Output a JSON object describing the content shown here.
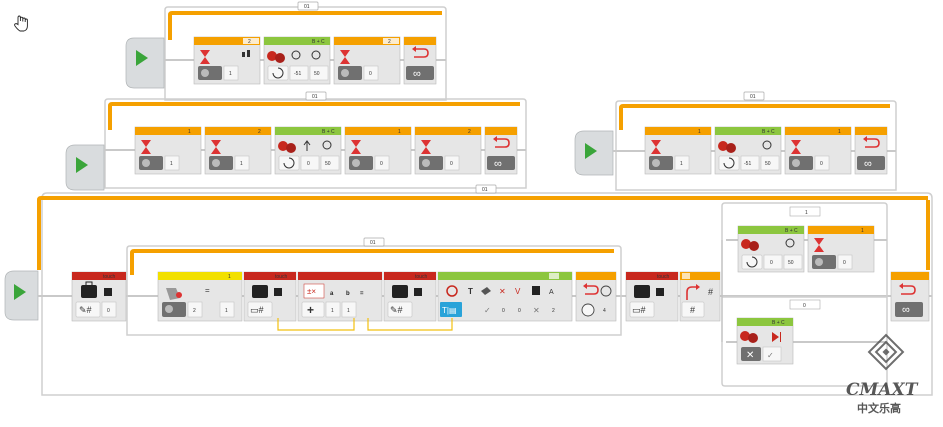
{
  "colors": {
    "orange": "#f5a000",
    "green": "#8cc63f",
    "red": "#c8281e",
    "yellow": "#f2e000",
    "blue": "#29a3d9",
    "flow": "#cfcfcf",
    "block": "#e6e6e6"
  },
  "programs": [
    {
      "name": "program-1",
      "loop_label": "01",
      "blocks": [
        {
          "type": "wait",
          "header": "2",
          "p": [
            "1"
          ]
        },
        {
          "type": "move",
          "header": "B + C",
          "p": [
            "-51",
            "50"
          ]
        },
        {
          "type": "wait",
          "header": "2",
          "p": [
            "0"
          ]
        }
      ]
    },
    {
      "name": "program-2",
      "loop_label": "01",
      "blocks": [
        {
          "type": "wait",
          "header": "1",
          "p": [
            "1"
          ]
        },
        {
          "type": "wait",
          "header": "2",
          "p": [
            "1"
          ]
        },
        {
          "type": "move",
          "header": "B + C",
          "p": [
            "0",
            "50"
          ]
        },
        {
          "type": "wait",
          "header": "1",
          "p": [
            "0"
          ]
        },
        {
          "type": "wait",
          "header": "2",
          "p": [
            "0"
          ]
        }
      ]
    },
    {
      "name": "program-3",
      "loop_label": "01",
      "blocks": [
        {
          "type": "wait",
          "header": "1",
          "p": [
            "1"
          ]
        },
        {
          "type": "move",
          "header": "B + C",
          "p": [
            "-51",
            "50"
          ]
        },
        {
          "type": "wait",
          "header": "1",
          "p": [
            "0"
          ]
        }
      ]
    }
  ],
  "main": {
    "outer_loop_label": "01",
    "inner_loop_label": "01",
    "var1": {
      "header": "touch",
      "p": [
        "0"
      ]
    },
    "wait_yellow": {
      "header": "1",
      "p": [
        "2",
        "1"
      ]
    },
    "var2": {
      "header": "touch"
    },
    "math": {
      "a": "a",
      "b": "b",
      "eq": "=",
      "pa": "1",
      "pb": "1"
    },
    "var3": {
      "header": "touch"
    },
    "text": {
      "glyphs": [
        "T",
        "A"
      ],
      "p": [
        "0",
        "0",
        "2"
      ]
    },
    "loop_timer": {
      "p": [
        "4"
      ]
    },
    "var4": {
      "header": "touch"
    },
    "compare": {
      "glyph": "#"
    },
    "switch": {
      "case1": "1",
      "case2": "0"
    },
    "case1_move": {
      "header": "B + C",
      "p": [
        "0",
        "50"
      ]
    },
    "case1_wait": {
      "header": "1",
      "p": [
        "0"
      ]
    },
    "case2_move": {
      "header": "B + C"
    }
  },
  "watermark": {
    "brand": "CMAXT",
    "subtitle": "中文乐高"
  }
}
